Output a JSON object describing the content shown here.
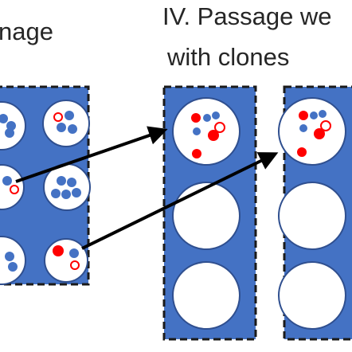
{
  "titles": {
    "left_fragment": "nage",
    "right_line1": "IV. Passage we",
    "right_line2": "with clones"
  },
  "colors": {
    "plate_fill": "#4472c4",
    "plate_border": "#1a1a1a",
    "well_fill": "#ffffff",
    "well_border": "#2f4f8f",
    "cell_blue": "#4472c4",
    "cell_red": "#ff0000",
    "arrow": "#000000"
  },
  "diagram": {
    "left_plate": {
      "wells": 6,
      "content": "mixed blue, red and hollow-red cells"
    },
    "middle_plate": {
      "wells": 3,
      "top_well": "cells"
    },
    "right_plate": {
      "wells": 3,
      "top_well": "cells"
    },
    "arrows": 2
  }
}
